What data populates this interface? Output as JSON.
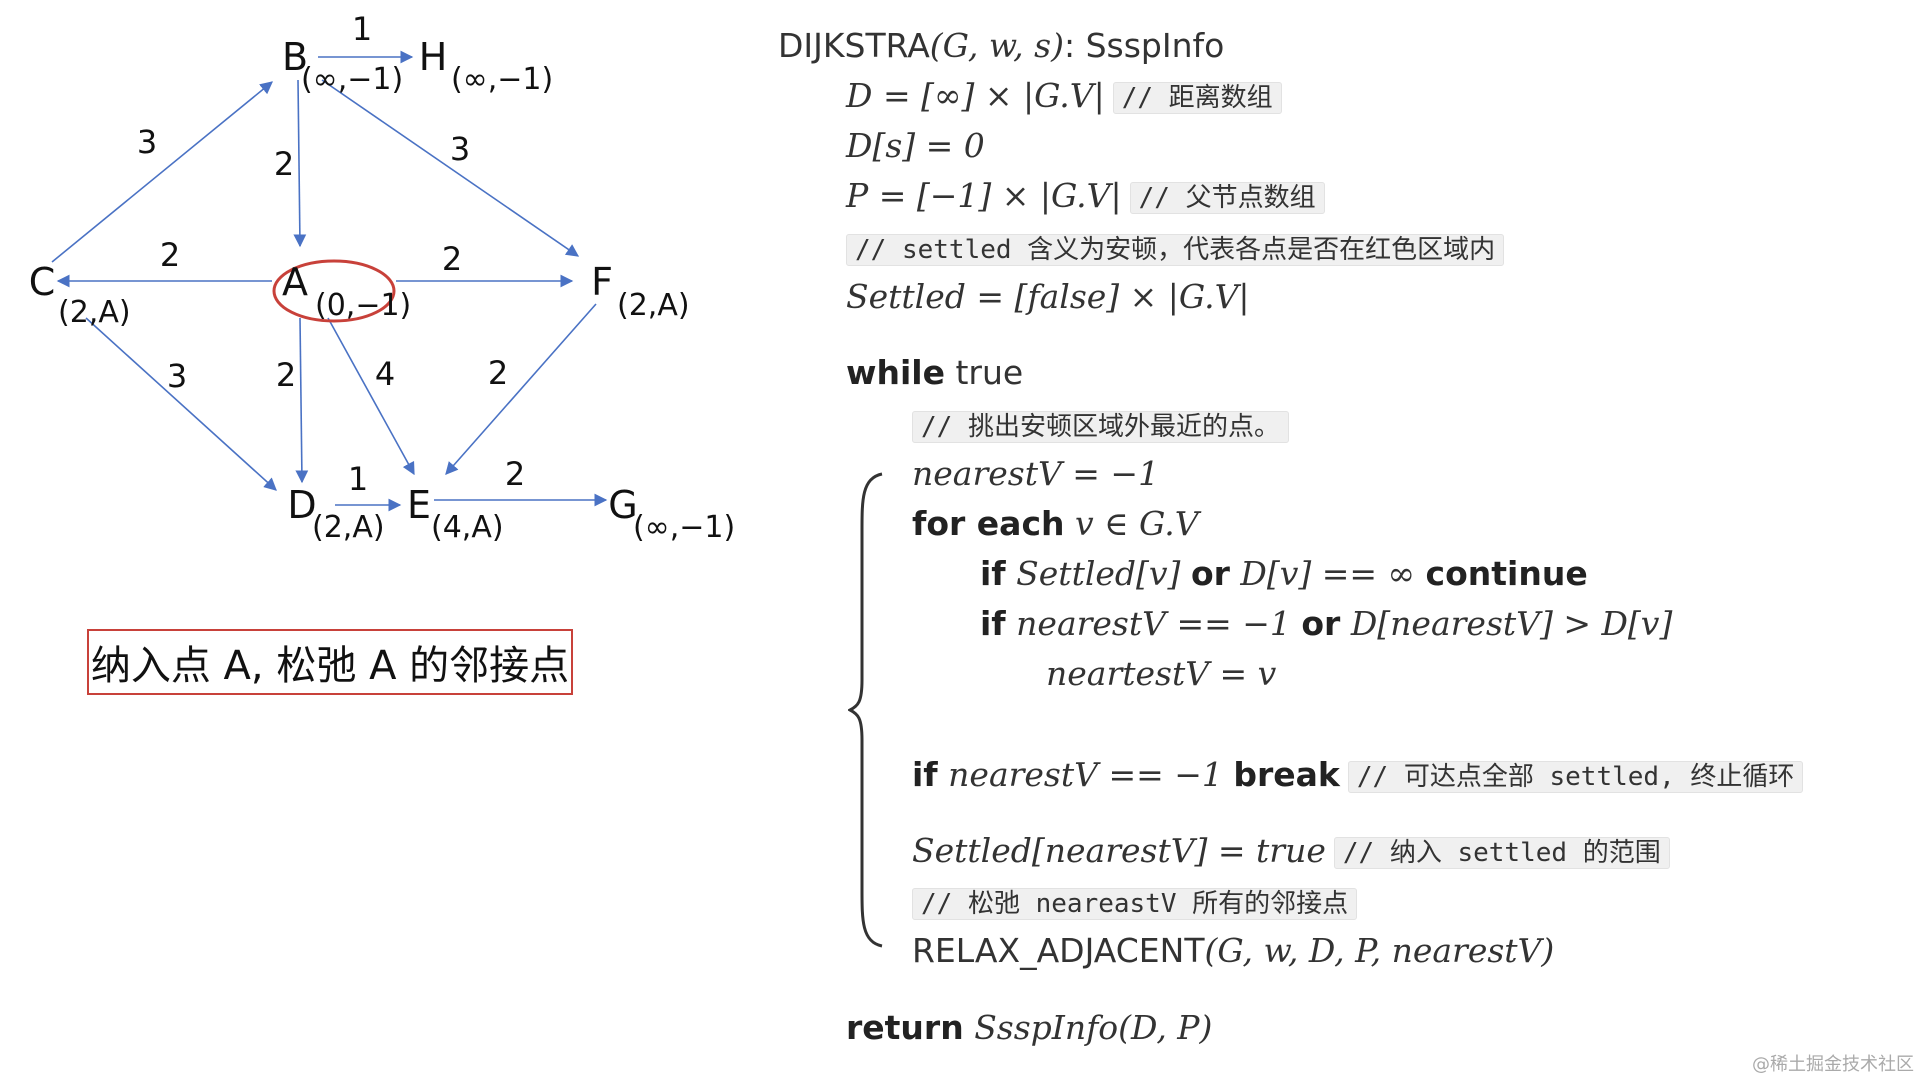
{
  "graph": {
    "nodes": [
      {
        "id": "B",
        "label": "B",
        "dist": "(∞,−1)"
      },
      {
        "id": "H",
        "label": "H",
        "dist": "(∞,−1)"
      },
      {
        "id": "C",
        "label": "C",
        "dist": "(2,A)"
      },
      {
        "id": "A",
        "label": "A",
        "dist": "(0,−1)"
      },
      {
        "id": "F",
        "label": "F",
        "dist": "(2,A)"
      },
      {
        "id": "D",
        "label": "D",
        "dist": "(2,A)"
      },
      {
        "id": "E",
        "label": "E",
        "dist": "(4,A)"
      },
      {
        "id": "G",
        "label": "G",
        "dist": "(∞,−1)"
      }
    ],
    "edges": [
      {
        "from": "B",
        "to": "H",
        "weight": "1"
      },
      {
        "from": "C",
        "to": "B",
        "weight": "3"
      },
      {
        "from": "B",
        "to": "A",
        "weight": "2"
      },
      {
        "from": "B",
        "to": "F",
        "weight": "3"
      },
      {
        "from": "A",
        "to": "C",
        "weight": "2"
      },
      {
        "from": "A",
        "to": "F",
        "weight": "2"
      },
      {
        "from": "C",
        "to": "D",
        "weight": "3"
      },
      {
        "from": "A",
        "to": "D",
        "weight": "2"
      },
      {
        "from": "A",
        "to": "E",
        "weight": "4"
      },
      {
        "from": "F",
        "to": "E",
        "weight": "2"
      },
      {
        "from": "D",
        "to": "E",
        "weight": "1"
      },
      {
        "from": "E",
        "to": "G",
        "weight": "2"
      }
    ],
    "highlighted_node": "A",
    "edge_color": "#4a72c4",
    "highlight_color": "#c8413a"
  },
  "caption": "纳入点 A, 松弛 A 的邻接点",
  "code": {
    "signature": {
      "name": "DIJKSTRA",
      "args": "(G, w, s)",
      "ret": ": SsspInfo"
    },
    "line_d_init": {
      "expr": "D = [∞] × |G.V|",
      "comment": "// 距离数组"
    },
    "line_ds": {
      "expr": "D[s] = 0"
    },
    "line_p_init": {
      "expr": "P = [−1] × |G.V|",
      "comment": "// 父节点数组"
    },
    "settled_comment": "// settled 含义为安顿，代表各点是否在红色区域内",
    "line_settled": {
      "expr": "Settled = [false] × |G.V|"
    },
    "while_kw": "while",
    "while_cond": "true",
    "pick_comment": "// 挑出安顿区域外最近的点。",
    "line_nearest": {
      "expr": "nearestV = −1"
    },
    "for_kw": "for each",
    "for_expr": "v ∈ G.V",
    "if1": {
      "if": "if",
      "a": "Settled[v]",
      "or": "or",
      "b": "D[v] == ∞",
      "cont": "continue"
    },
    "if2": {
      "if": "if",
      "a": "nearestV == −1",
      "or": "or",
      "b": "D[nearestV] > D[v]"
    },
    "assign": "neartestV = v",
    "if3": {
      "if": "if",
      "a": "nearestV == −1",
      "brk": "break",
      "comment": "// 可达点全部 settled, 终止循环"
    },
    "line_set_true": {
      "expr": "Settled[nearestV] = true",
      "comment": "// 纳入 settled 的范围"
    },
    "relax_comment": "// 松弛 neareastV 所有的邻接点",
    "relax_call": {
      "name": "RELAX_ADJACENT",
      "args": "(G, w, D, P, nearestV)"
    },
    "return_kw": "return",
    "return_expr": "SsspInfo(D, P)"
  },
  "watermark": "@稀土掘金技术社区"
}
